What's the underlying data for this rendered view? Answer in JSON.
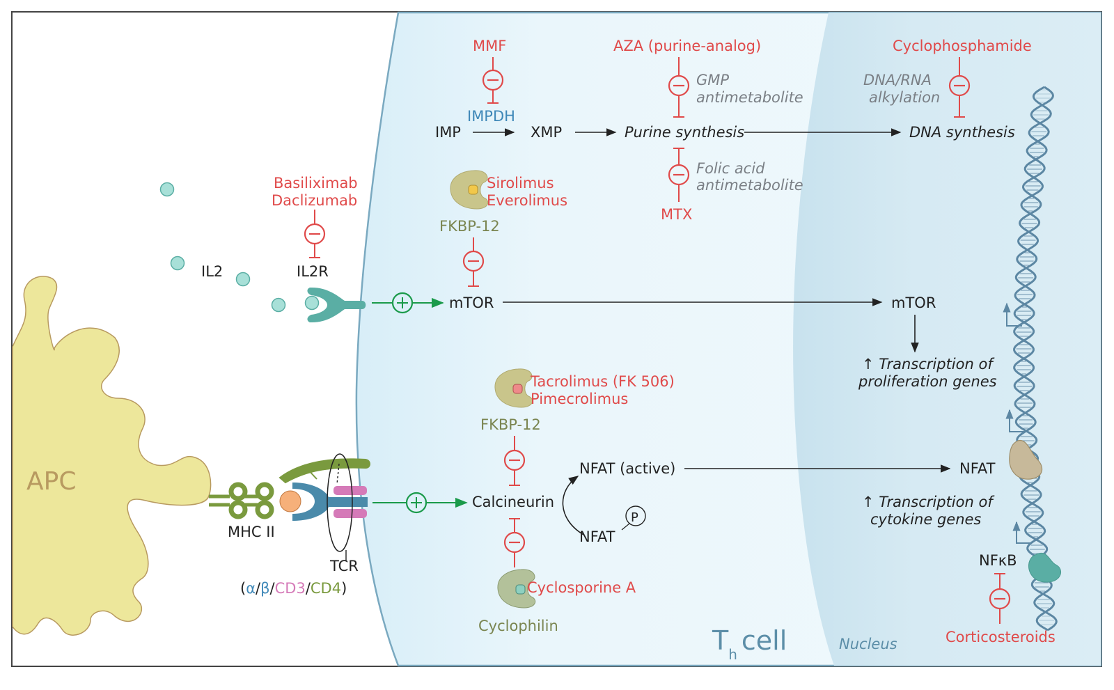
{
  "labels": {
    "mmf": "MMF",
    "impdh": "IMPDH",
    "imp": "IMP",
    "xmp": "XMP",
    "purine_synthesis": "Purine synthesis",
    "aza": "AZA (purine-analog)",
    "gmp_antimetabolite_1": "GMP",
    "gmp_antimetabolite_2": "antimetabolite",
    "folic_1": "Folic acid",
    "folic_2": "antimetabolite",
    "mtx": "MTX",
    "cyclophosphamide": "Cyclophosphamide",
    "alkylation_1": "DNA/RNA",
    "alkylation_2": "alkylation",
    "dna_synthesis": "DNA synthesis",
    "basiliximab": "Basiliximab",
    "daclizumab": "Daclizumab",
    "il2": "IL2",
    "il2r": "IL2R",
    "sirolimus": "Sirolimus",
    "everolimus": "Everolimus",
    "fkbp_top": "FKBP-12",
    "mtor_left": "mTOR",
    "mtor_right": "mTOR",
    "transcription_prolif_1": "↑ Transcription of",
    "transcription_prolif_2": "proliferation genes",
    "tacrolimus": "Tacrolimus (FK 506)",
    "pimecrolimus": "Pimecrolimus",
    "fkbp_bottom": "FKBP-12",
    "nfat_active": "NFAT (active)",
    "nfat_nucleus": "NFAT",
    "calcineurin": "Calcineurin",
    "nfat_p": "NFAT",
    "phosphate": "P",
    "transcription_cyto_1": "↑ Transcription of",
    "transcription_cyto_2": "cytokine genes",
    "nfkb": "NFκB",
    "corticosteroids": "Corticosteroids",
    "cyclosporine": "Cyclosporine A",
    "cyclophilin": "Cyclophilin",
    "apc": "APC",
    "mhc": "MHC II",
    "tcr": "TCR",
    "tcr_paren_open": "(",
    "tcr_alpha": "α",
    "tcr_slash1": "/",
    "tcr_beta": "β",
    "tcr_slash2": "/",
    "tcr_cd3": "CD3",
    "tcr_slash3": "/",
    "tcr_cd4": "CD4",
    "tcr_paren_close": ")",
    "th_cell_T": "T",
    "th_cell_sub": "h",
    "th_cell_rest": "cell",
    "nucleus": "Nucleus"
  },
  "symbols": {
    "inhibit": "−",
    "activate": "+"
  },
  "colors": {
    "inhibitor_red": "#e04a4a",
    "activator_green": "#1a9a4a",
    "apc_yellow": "#ede79b",
    "apc_outline": "#b89a60",
    "il2_teal": "#a8e0d8",
    "receptor_teal": "#5aaea4",
    "mhc_green": "#7a9a3e",
    "tcr_blue": "#4a8aaa",
    "cd3_pink": "#d57ab8",
    "antigen_orange": "#f6b07a",
    "dna_blue": "#5c87a3",
    "cell_fill": "#e8f5fb",
    "nucleus_fill": "#cfe6f1"
  }
}
